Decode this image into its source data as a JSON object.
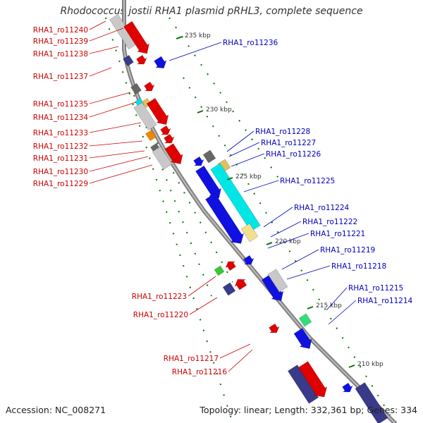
{
  "title": "Rhodococcus jostii RHA1 plasmid pRHL3, complete sequence",
  "footer": {
    "accession": "Accession: NC_008271",
    "topology": "Topology: linear; Length: 332,361 bp; Genes: 334"
  },
  "colors": {
    "left_label": "#cc0000",
    "right_label": "#0000bb",
    "tick_major": "#007700",
    "backbone": "#808080"
  },
  "ticks": [
    "235 kbp",
    "230 kbp",
    "225 kbp",
    "220 kbp",
    "215 kbp",
    "210 kbp"
  ],
  "left_genes": [
    "RHA1_ro11240",
    "RHA1_ro11239",
    "RHA1_ro11238",
    "RHA1_ro11237",
    "RHA1_ro11235",
    "RHA1_ro11234",
    "RHA1_ro11233",
    "RHA1_ro11232",
    "RHA1_ro11231",
    "RHA1_ro11230",
    "RHA1_ro11229",
    "RHA1_ro11223",
    "RHA1_ro11220",
    "RHA1_ro11217",
    "RHA1_ro11216"
  ],
  "right_genes": [
    "RHA1_ro11236",
    "RHA1_ro11228",
    "RHA1_ro11227",
    "RHA1_ro11226",
    "RHA1_ro11225",
    "RHA1_ro11224",
    "RHA1_ro11222",
    "RHA1_ro11221",
    "RHA1_ro11219",
    "RHA1_ro11218",
    "RHA1_ro11215",
    "RHA1_ro11214"
  ]
}
